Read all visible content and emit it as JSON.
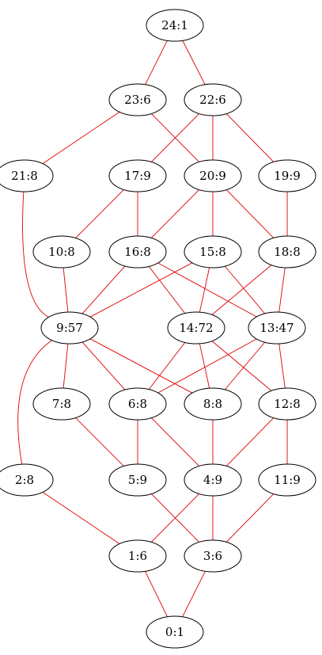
{
  "diagram": {
    "edge_color": "#e00000",
    "node_stroke": "#000000",
    "node_fill": "#ffffff",
    "nodes": [
      {
        "id": "24:1",
        "label": "24:1"
      },
      {
        "id": "23:6",
        "label": "23:6"
      },
      {
        "id": "22:6",
        "label": "22:6"
      },
      {
        "id": "21:8",
        "label": "21:8"
      },
      {
        "id": "17:9",
        "label": "17:9"
      },
      {
        "id": "20:9",
        "label": "20:9"
      },
      {
        "id": "19:9",
        "label": "19:9"
      },
      {
        "id": "10:8",
        "label": "10:8"
      },
      {
        "id": "16:8",
        "label": "16:8"
      },
      {
        "id": "15:8",
        "label": "15:8"
      },
      {
        "id": "18:8",
        "label": "18:8"
      },
      {
        "id": "9:57",
        "label": "9:57"
      },
      {
        "id": "14:72",
        "label": "14:72"
      },
      {
        "id": "13:47",
        "label": "13:47"
      },
      {
        "id": "7:8",
        "label": "7:8"
      },
      {
        "id": "6:8",
        "label": "6:8"
      },
      {
        "id": "8:8",
        "label": "8:8"
      },
      {
        "id": "12:8",
        "label": "12:8"
      },
      {
        "id": "2:8",
        "label": "2:8"
      },
      {
        "id": "5:9",
        "label": "5:9"
      },
      {
        "id": "4:9",
        "label": "4:9"
      },
      {
        "id": "11:9",
        "label": "11:9"
      },
      {
        "id": "1:6",
        "label": "1:6"
      },
      {
        "id": "3:6",
        "label": "3:6"
      },
      {
        "id": "0:1",
        "label": "0:1"
      }
    ],
    "edges": [
      [
        "24:1",
        "23:6"
      ],
      [
        "24:1",
        "22:6"
      ],
      [
        "23:6",
        "21:8"
      ],
      [
        "23:6",
        "20:9"
      ],
      [
        "22:6",
        "17:9"
      ],
      [
        "22:6",
        "20:9"
      ],
      [
        "22:6",
        "19:9"
      ],
      [
        "21:8",
        "9:57"
      ],
      [
        "17:9",
        "10:8"
      ],
      [
        "17:9",
        "16:8"
      ],
      [
        "20:9",
        "16:8"
      ],
      [
        "20:9",
        "15:8"
      ],
      [
        "20:9",
        "18:8"
      ],
      [
        "19:9",
        "18:8"
      ],
      [
        "10:8",
        "9:57"
      ],
      [
        "16:8",
        "9:57"
      ],
      [
        "16:8",
        "14:72"
      ],
      [
        "16:8",
        "13:47"
      ],
      [
        "15:8",
        "9:57"
      ],
      [
        "15:8",
        "14:72"
      ],
      [
        "15:8",
        "13:47"
      ],
      [
        "18:8",
        "14:72"
      ],
      [
        "18:8",
        "13:47"
      ],
      [
        "9:57",
        "7:8"
      ],
      [
        "9:57",
        "6:8"
      ],
      [
        "9:57",
        "8:8"
      ],
      [
        "9:57",
        "2:8"
      ],
      [
        "14:72",
        "6:8"
      ],
      [
        "14:72",
        "8:8"
      ],
      [
        "14:72",
        "12:8"
      ],
      [
        "13:47",
        "6:8"
      ],
      [
        "13:47",
        "8:8"
      ],
      [
        "13:47",
        "12:8"
      ],
      [
        "7:8",
        "5:9"
      ],
      [
        "6:8",
        "5:9"
      ],
      [
        "6:8",
        "4:9"
      ],
      [
        "8:8",
        "4:9"
      ],
      [
        "12:8",
        "4:9"
      ],
      [
        "12:8",
        "11:9"
      ],
      [
        "2:8",
        "1:6"
      ],
      [
        "5:9",
        "3:6"
      ],
      [
        "4:9",
        "1:6"
      ],
      [
        "4:9",
        "3:6"
      ],
      [
        "11:9",
        "3:6"
      ],
      [
        "1:6",
        "0:1"
      ],
      [
        "3:6",
        "0:1"
      ]
    ]
  }
}
